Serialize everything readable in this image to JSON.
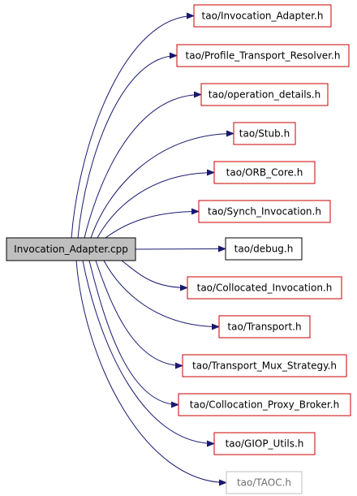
{
  "colors": {
    "edge": "#191970",
    "root_fill": "#bfbfbf",
    "border_linked": "#cc0000",
    "border_plain": "#000000",
    "border_missing": "#bfbfbf"
  },
  "root": {
    "label": "Invocation_Adapter.cpp"
  },
  "nodes": [
    {
      "label": "tao/Invocation_Adapter.h",
      "style": "linked"
    },
    {
      "label": "tao/Profile_Transport_Resolver.h",
      "style": "linked"
    },
    {
      "label": "tao/operation_details.h",
      "style": "linked"
    },
    {
      "label": "tao/Stub.h",
      "style": "linked"
    },
    {
      "label": "tao/ORB_Core.h",
      "style": "linked"
    },
    {
      "label": "tao/Synch_Invocation.h",
      "style": "linked"
    },
    {
      "label": "tao/debug.h",
      "style": "plain"
    },
    {
      "label": "tao/Collocated_Invocation.h",
      "style": "linked"
    },
    {
      "label": "tao/Transport.h",
      "style": "linked"
    },
    {
      "label": "tao/Transport_Mux_Strategy.h",
      "style": "linked"
    },
    {
      "label": "tao/Collocation_Proxy_Broker.h",
      "style": "linked"
    },
    {
      "label": "tao/GIOP_Utils.h",
      "style": "linked"
    },
    {
      "label": "tao/TAOC.h",
      "style": "missing"
    }
  ]
}
